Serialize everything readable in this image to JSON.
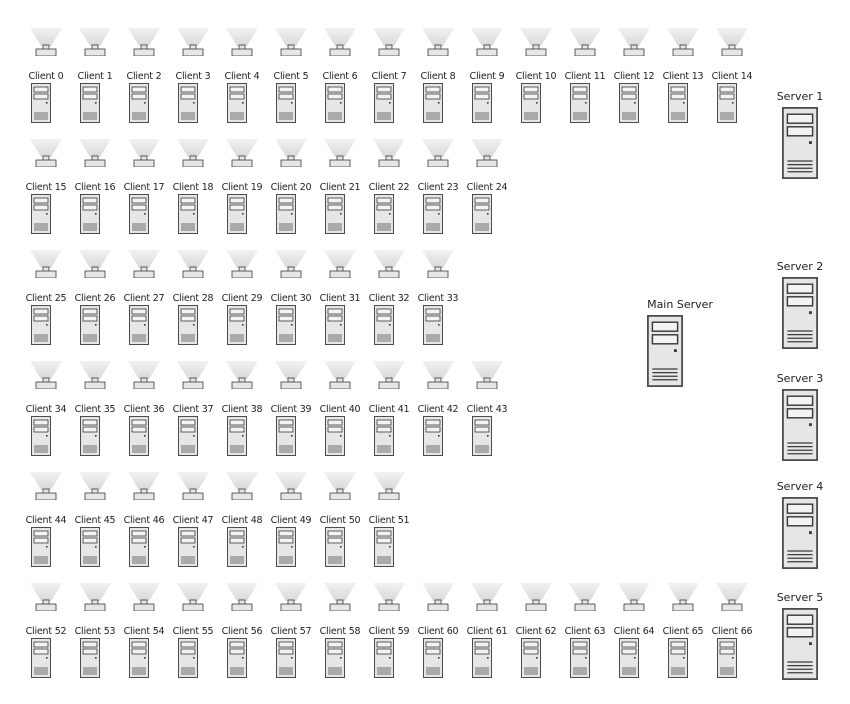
{
  "diagram": {
    "client_rows": [
      [
        "Client 0",
        "Client 1",
        "Client 2",
        "Client 3",
        "Client 4",
        "Client 5",
        "Client 6",
        "Client 7",
        "Client 8",
        "Client 9",
        "Client 10",
        "Client 11",
        "Client 12",
        "Client 13",
        "Client 14"
      ],
      [
        "Client 15",
        "Client 16",
        "Client 17",
        "Client 18",
        "Client 19",
        "Client 20",
        "Client 21",
        "Client 22",
        "Client 23",
        "Client 24"
      ],
      [
        "Client 25",
        "Client 26",
        "Client 27",
        "Client 28",
        "Client 29",
        "Client 30",
        "Client 31",
        "Client 32",
        "Client 33"
      ],
      [
        "Client 34",
        "Client 35",
        "Client 36",
        "Client 37",
        "Client 38",
        "Client 39",
        "Client 40",
        "Client 41",
        "Client 42",
        "Client 43"
      ],
      [
        "Client 44",
        "Client 45",
        "Client 46",
        "Client 47",
        "Client 48",
        "Client 49",
        "Client 50",
        "Client 51"
      ],
      [
        "Client 52",
        "Client 53",
        "Client 54",
        "Client 55",
        "Client 56",
        "Client 57",
        "Client 58",
        "Client 59",
        "Client 60",
        "Client 61",
        "Client 62",
        "Client 63",
        "Client 64",
        "Client 65",
        "Client 66"
      ]
    ],
    "main_server": {
      "label": "Main Server"
    },
    "servers": [
      {
        "label": "Server 1"
      },
      {
        "label": "Server 2"
      },
      {
        "label": "Server 3"
      },
      {
        "label": "Server 4"
      },
      {
        "label": "Server 5"
      }
    ],
    "icons": {
      "client_projector": "projector-icon",
      "client_computer": "computer-tower-icon",
      "server": "server-tower-icon"
    },
    "colors": {
      "tower_fill": "#e6e6e6",
      "tower_stroke": "#3a3a3a",
      "beam": "#d9d9d9",
      "text": "#222222"
    }
  }
}
